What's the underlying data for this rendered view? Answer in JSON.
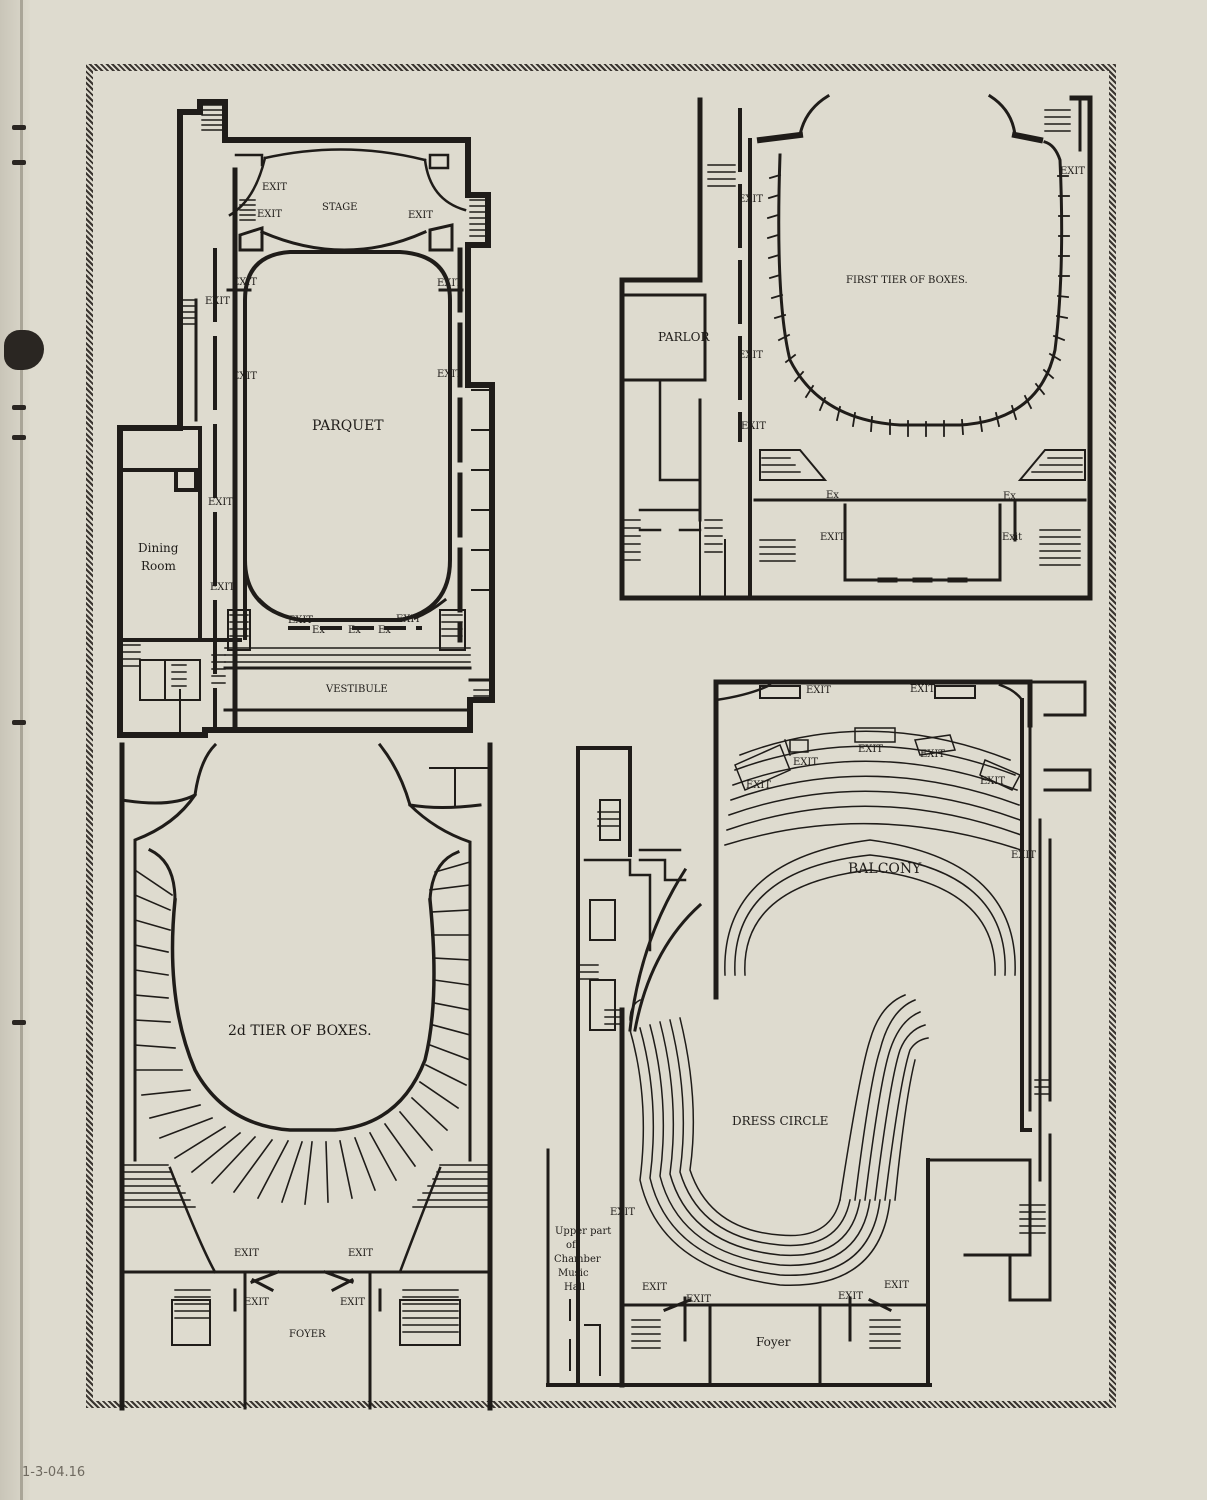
{
  "accession": "1-3-04.16",
  "labels": {
    "exit": "EXIT",
    "exit_lower": "Exit",
    "ex": "Ex",
    "stage": "STAGE",
    "parquet": "PARQUET",
    "dining": "Dining",
    "room": "Room",
    "vestibule": "VESTIBULE",
    "first_tier": "FIRST TIER OF BOXES.",
    "parlor": "PARLOR",
    "second_tier": "2d TIER OF BOXES.",
    "foyer": "FOYER",
    "foyer_lower": "Foyer",
    "balcony": "BALCONY",
    "dress_circle": "DRESS CIRCLE",
    "chamber": [
      "Upper part",
      "of",
      "Chamber",
      "Music",
      "Hall"
    ]
  }
}
